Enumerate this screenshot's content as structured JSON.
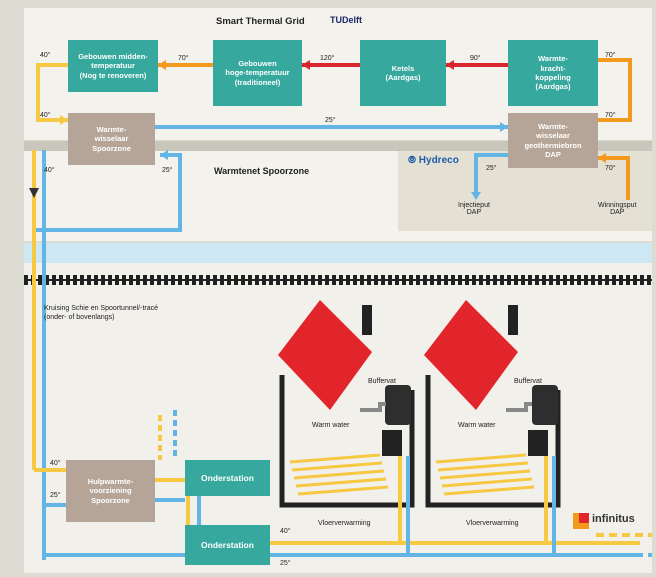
{
  "title": "Smart Thermal Grid",
  "logos": {
    "tudelft": "TUDelft",
    "hydreco": "Hydreco",
    "infinitus": "infinitus"
  },
  "section_label": "Warmtenet Spoorzone",
  "crossing_label": "Kruising Schie en Spoortunnel/-tracé\n(onder- of bovenlangs)",
  "boxes": {
    "mid_temp": "Gebouwen midden-\ntemperatuur\n(Nog te renoveren)",
    "high_temp": "Gebouwen\nhoge-temperatuur\n(traditioneel)",
    "ketels": "Ketels\n(Aardgas)",
    "wkk": "Warmte-\nkracht-\nkoppeling\n(Aardgas)",
    "wisselaar_spoor": "Warmte-\nwisselaar\nSpoorzone",
    "wisselaar_geo": "Warmte-\nwisselaar\ngeothermiebron\nDAP",
    "hulp": "Hulpwarmte-\nvoorziening\nSpoorzone",
    "onderstation1": "Onderstation",
    "onderstation2": "Onderstation"
  },
  "labels": {
    "injectieput": "Injectieput\nDAP",
    "winningsput": "Winningsput\nDAP",
    "buffervat1": "Buffervat",
    "buffervat2": "Buffervat",
    "warmwater1": "Warm water",
    "warmwater2": "Warm water",
    "vloer1": "Vloerverwarming",
    "vloer2": "Vloerverwarming"
  },
  "temps": {
    "t_left_top": "40°",
    "t_70_a": "70°",
    "t_120": "120°",
    "t_90": "90°",
    "t_70_b": "70°",
    "t_left_mid": "40°",
    "t_25_mid": "25°",
    "t_70_c": "70°",
    "t_40_low": "40°",
    "t_25_spoor": "25°",
    "t_25_inj": "25°",
    "t_70_win": "70°",
    "t_40_hulp": "40°",
    "t_25_hulp": "25°",
    "t_40_bottom": "40°",
    "t_25_bottom": "25°"
  },
  "colors": {
    "teal": "#36a89e",
    "taupe": "#b5a598",
    "hot_orange": "#f39a1e",
    "red_pipe": "#d9262e",
    "yellow_pipe": "#f7c842",
    "blue_pipe": "#63b5e5",
    "roof_red": "#e1252a"
  }
}
